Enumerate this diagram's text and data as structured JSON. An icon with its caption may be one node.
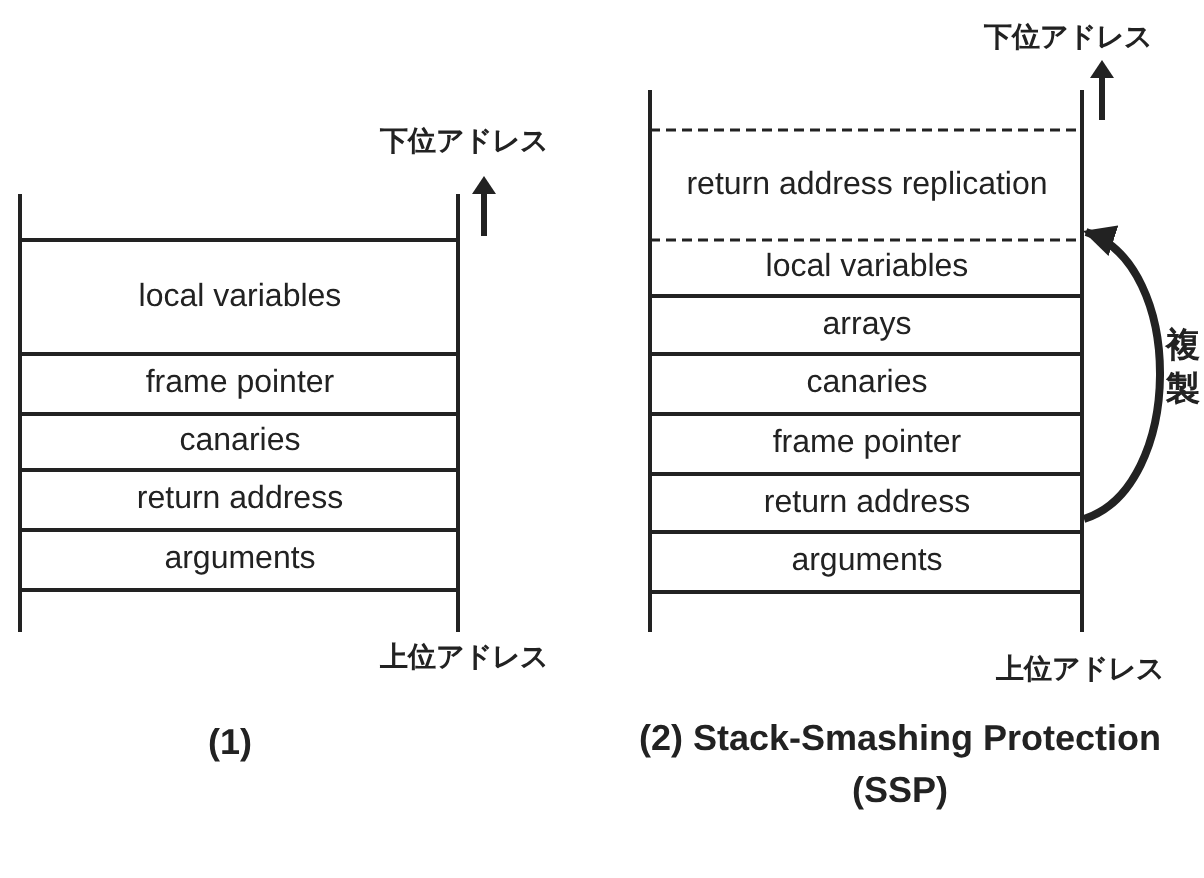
{
  "diagram": {
    "nodes": [
      {
        "text": [
          "local variables"
        ]
      },
      {
        "text": [
          "frame pointer"
        ]
      },
      {
        "text": [
          "canaries"
        ]
      },
      {
        "text": [
          "return address"
        ]
      },
      {
        "text": [
          "arguments"
        ]
      },
      {
        "text": [
          "return address replication"
        ]
      },
      {
        "text": [
          "local variables"
        ]
      },
      {
        "text": [
          "arrays"
        ]
      },
      {
        "text": [
          "canaries"
        ]
      },
      {
        "text": [
          "frame pointer"
        ]
      },
      {
        "text": [
          "return address"
        ]
      },
      {
        "text": [
          "arguments"
        ]
      }
    ],
    "edges": [
      {
        "from": 10,
        "to": 5,
        "arrow": "to",
        "label": "複製"
      }
    ],
    "labels": [
      "下位アドレス",
      "上位アドレス",
      "(1)",
      "下位アドレス",
      "上位アドレス",
      "(2) Stack-Smashing Protection (SSP)"
    ]
  }
}
